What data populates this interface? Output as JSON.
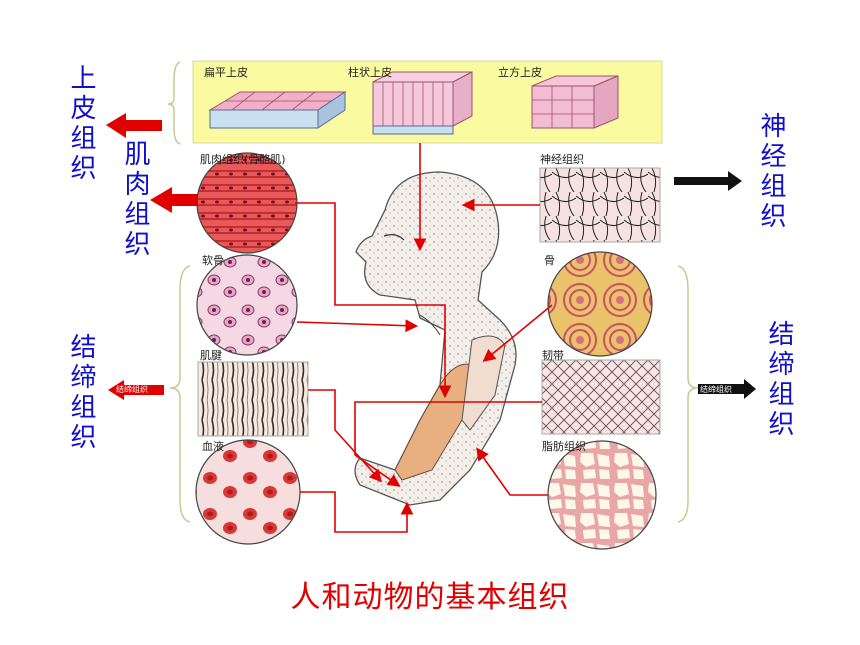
{
  "title": "人和动物的基本组织",
  "colors": {
    "accent_red": "#e00000",
    "label_blue": "#1010cc",
    "bar_yellow": "#fafaa0",
    "arrow_dark": "#111111"
  },
  "categories": {
    "epithelial": "上皮组织",
    "muscle": "肌肉组织",
    "nervous": "神经组织",
    "connective_left": "结缔组织",
    "connective_right": "结缔组织"
  },
  "tissues": {
    "flat_epithelium": "扁平上皮",
    "columnar_epithelium": "柱状上皮",
    "cuboidal_epithelium": "立方上皮",
    "muscle_tissue": "肌肉组织(骨骼肌)",
    "nerve_tissue": "神经组织",
    "cartilage": "软骨",
    "bone": "骨",
    "tendon": "肌腱",
    "ligament": "韧带",
    "blood": "血液",
    "adipose": "脂肪组织"
  },
  "arrow_labels": {
    "left_small": "结缔组织",
    "right_small": "结缔组织"
  }
}
